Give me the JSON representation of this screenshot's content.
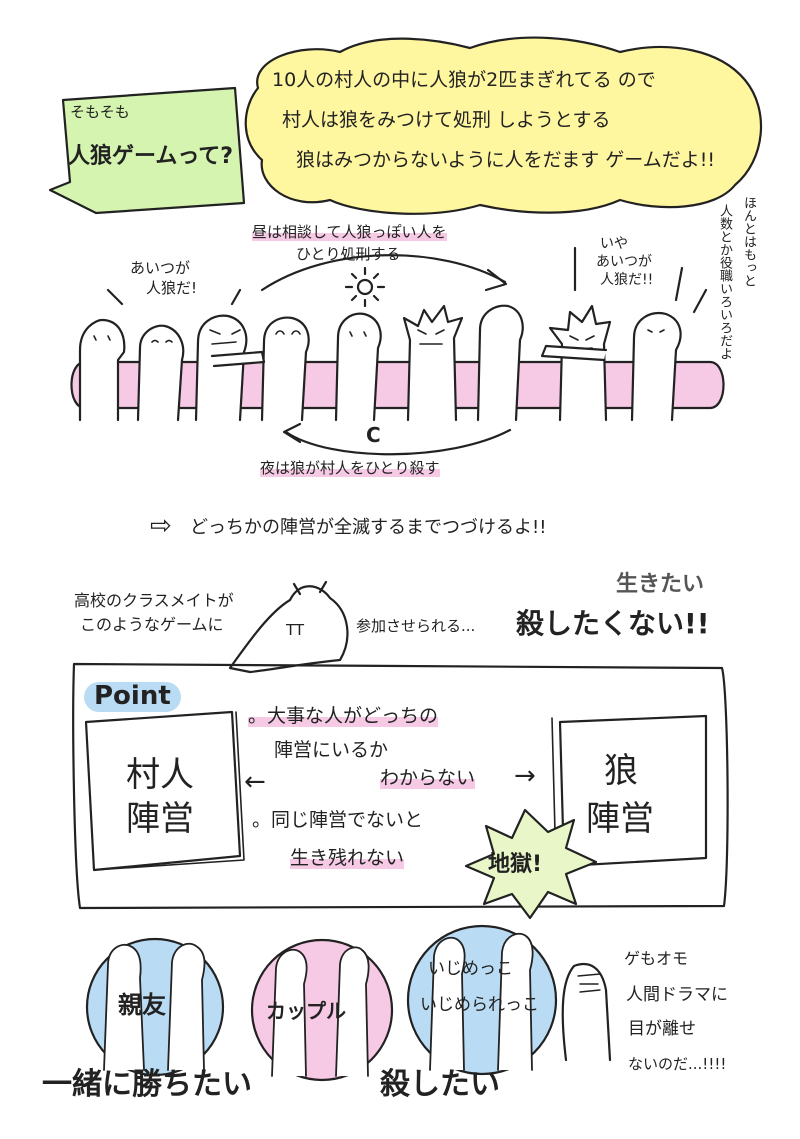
{
  "title_box": {
    "line1": "そもそも",
    "line2": "人狼ゲームって?"
  },
  "intro": {
    "line1": "10人の村人の中に人狼が2匹まぎれてる ので",
    "line2": "村人は狼をみつけて処刑 しようとする",
    "line3": "狼はみつからないように人をだます ゲームだよ!!"
  },
  "cycle": {
    "day_line1": "昼は相談して人狼っぽい人を",
    "day_line2": "ひとり処刑する",
    "night": "夜は狼が村人をひとり殺す",
    "speech_left_1": "あいつが",
    "speech_left_2": "人狼だ!",
    "speech_right_1": "いや",
    "speech_right_2": "あいつが",
    "speech_right_3": "人狼だ!!",
    "side_note_1": "ほんとはもっと",
    "side_note_2": "人数とか役職いろいろだよ",
    "sun_glyph": "☼",
    "moon_glyph": "C"
  },
  "conclusion": {
    "arrow": "⇨",
    "text": "どっちかの陣営が全滅するまでつづけるよ!!"
  },
  "story": {
    "line1": "高校のクラスメイトが",
    "line2": "このようなゲームに",
    "line3": "参加させられる...",
    "faint_right": "生きたい",
    "bold_right": "殺したくない!!",
    "face": "TT"
  },
  "point": {
    "label": "Point",
    "left_box_1": "村人",
    "left_box_2": "陣営",
    "right_box_1": "狼",
    "right_box_2": "陣営",
    "bullet1_line1": "。大事な人がどっちの",
    "bullet1_line2": "陣営にいるか",
    "bullet1_line3": "わからない",
    "bullet2_line1": "。同じ陣営でないと",
    "bullet2_line2": "生き残れない",
    "hell": "地獄!",
    "arrow_left": "←",
    "arrow_right": "→"
  },
  "bottom": {
    "circle1": "親友",
    "circle2": "カップル",
    "circle3_line1": "いじめっこ",
    "circle3_line2": "いじめられっこ",
    "bottom_left": "一緒に勝ちたい",
    "bottom_mid": "殺したい",
    "note1": "ゲもオモ",
    "note2": "人間ドラマに",
    "note3": "目が離せ",
    "note4": "ないのだ...!!!!"
  },
  "colors": {
    "green": "#d4f4b0",
    "yellow": "#fff6a0",
    "pink": "#f6c9e4",
    "blue": "#b9dcf4",
    "ink": "#222222"
  }
}
